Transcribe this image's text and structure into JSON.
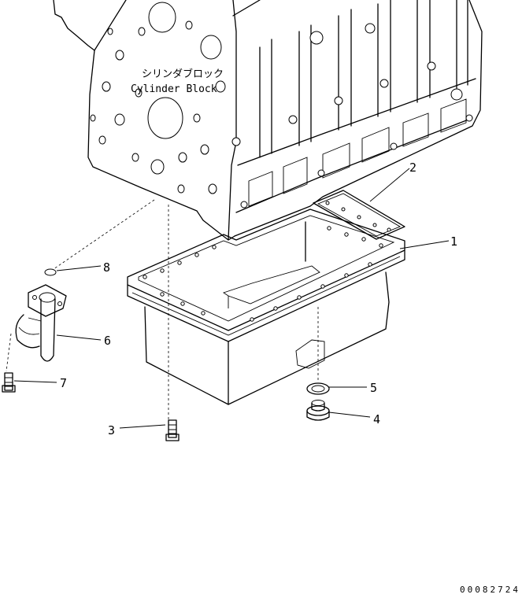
{
  "block_label": {
    "japanese": "シリンダブロック",
    "english": "Cylinder Block"
  },
  "callouts": [
    "1",
    "2",
    "3",
    "4",
    "5",
    "6",
    "7",
    "8"
  ],
  "drawing_number": "00082724"
}
